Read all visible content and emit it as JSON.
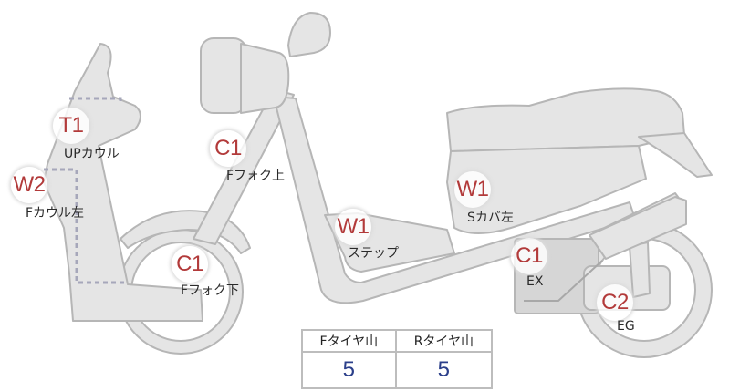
{
  "markers": [
    {
      "id": "t1",
      "code": "T1",
      "label": "UPカウル"
    },
    {
      "id": "w2",
      "code": "W2",
      "label": "Fカウル左"
    },
    {
      "id": "c1-fork-upper",
      "code": "C1",
      "label": "Fフォク上"
    },
    {
      "id": "c1-fork-lower",
      "code": "C1",
      "label": "Fフォク下"
    },
    {
      "id": "w1-step",
      "code": "W1",
      "label": "ステップ"
    },
    {
      "id": "w1-scover",
      "code": "W1",
      "label": "Sカバ左"
    },
    {
      "id": "c1-ex",
      "code": "C1",
      "label": "EX"
    },
    {
      "id": "c2-eg",
      "code": "C2",
      "label": "EG"
    }
  ],
  "tire_table": {
    "headers": [
      "Fタイヤ山",
      "Rタイヤ山"
    ],
    "values": [
      "5",
      "5"
    ]
  },
  "colors": {
    "code_text": "#b23a3a",
    "value_text": "#2b3f8a",
    "part_fill": "#e5e5e5",
    "part_outline": "#b6b6b6",
    "dashed_outline": "#a6a7ba"
  }
}
